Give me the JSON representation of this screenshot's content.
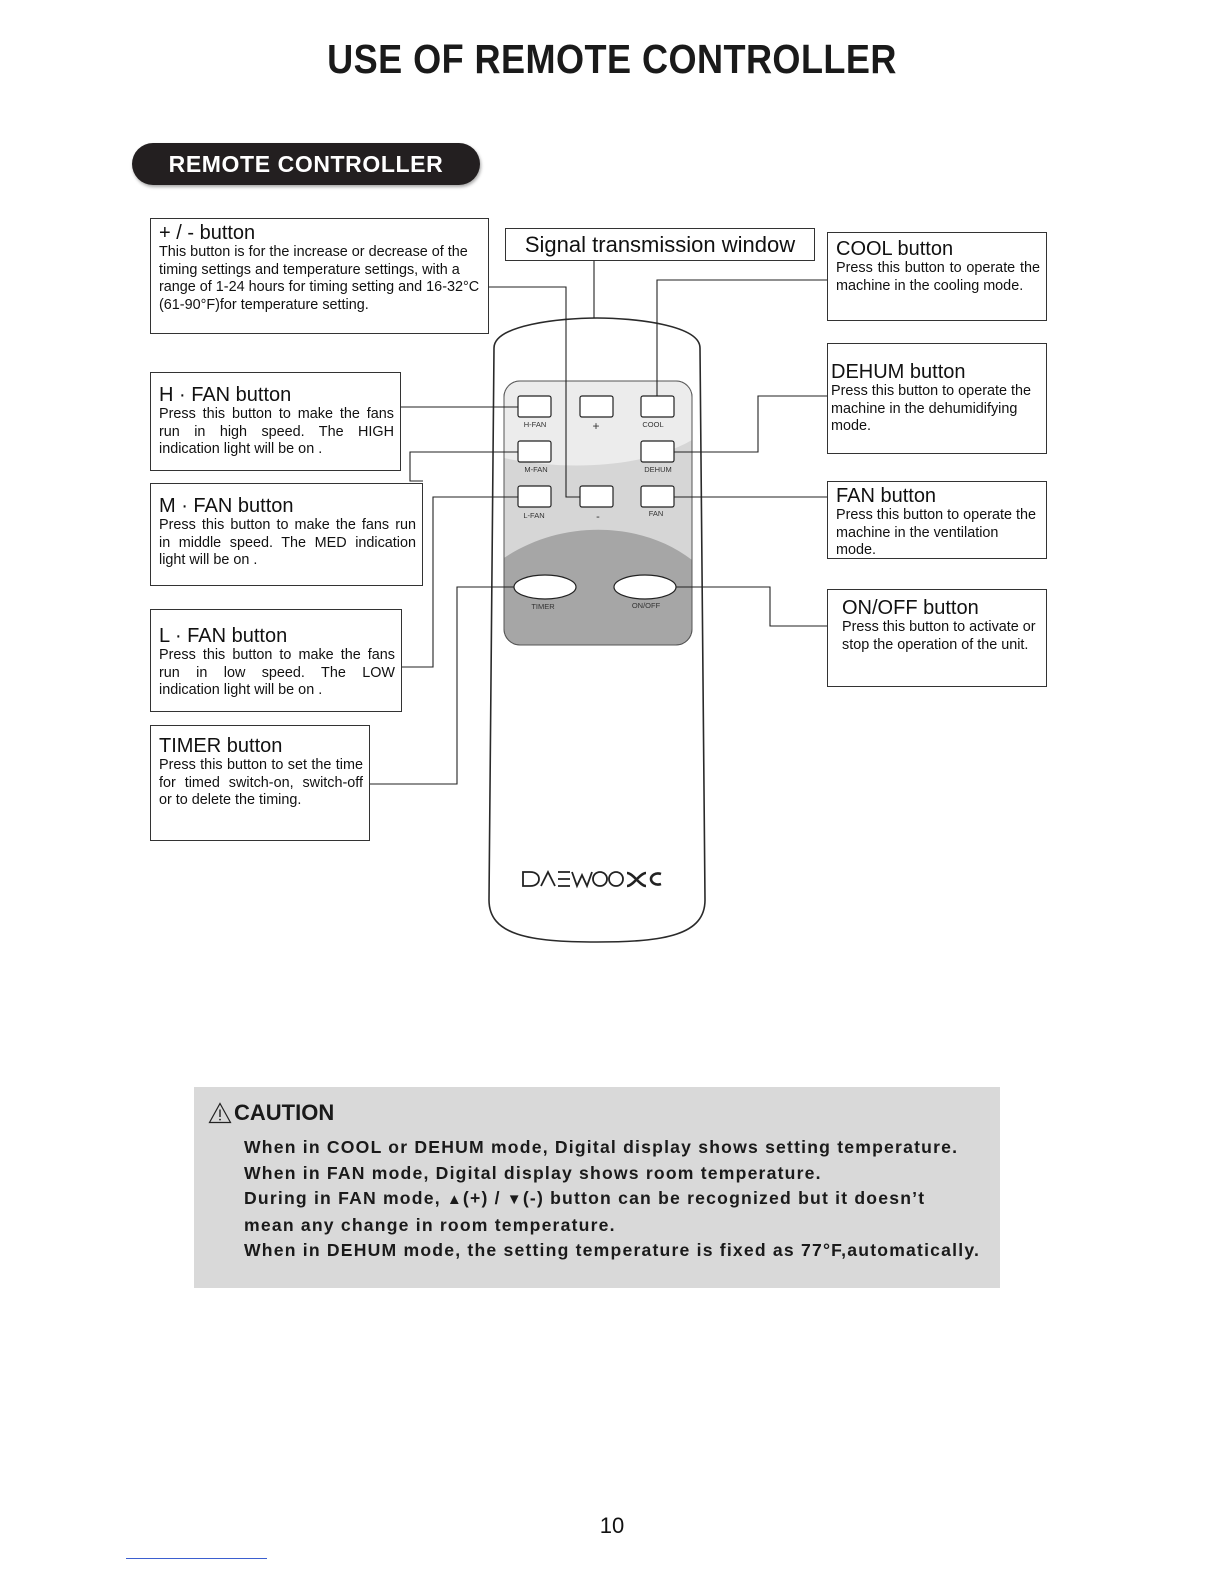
{
  "title": "USE OF REMOTE CONTROLLER",
  "section": "REMOTE CONTROLLER",
  "signal_window": "Signal transmission window",
  "callouts": {
    "plus_minus": {
      "title": "+ / -  button",
      "desc": "This button is for the increase or decrease of the timing settings and temperature settings, with a range of 1-24 hours for timing setting and 16-32°C (61-90°F)for temperature setting."
    },
    "h_fan": {
      "title": "H · FAN button",
      "desc": "Press this button to make the fans run in high speed. The HIGH indication  light will be on ."
    },
    "m_fan": {
      "title": "M · FAN button",
      "desc": "Press this button to make the fans run in middle speed. The MED indication  light will be on ."
    },
    "l_fan": {
      "title": "L · FAN button",
      "desc": "Press this button to make the fans run in low speed. The LOW indication  light will be on ."
    },
    "timer": {
      "title": "TIMER button",
      "desc": "Press this button to set the time for timed switch-on, switch-off or to delete the timing."
    },
    "cool": {
      "title": "COOL button",
      "desc": "Press this button to operate the machine in the cooling mode."
    },
    "dehum": {
      "title": "DEHUM button",
      "desc": "Press this button to operate the machine in the dehumidifying mode."
    },
    "fan": {
      "title": "FAN button",
      "desc": "Press this button to operate the machine in the ventilation mode."
    },
    "onoff": {
      "title": "ON/OFF button",
      "desc": "Press this button to activate or stop the operation of the unit."
    }
  },
  "remote": {
    "labels": {
      "h_fan": "H-FAN",
      "plus": "+",
      "cool": "COOL",
      "m_fan": "M-FAN",
      "dehum": "DEHUM",
      "l_fan": "L-FAN",
      "minus": "-",
      "fan": "FAN",
      "timer": "TIMER",
      "onoff": "ON/OFF"
    },
    "brand": "DAEWOO"
  },
  "caution": {
    "heading": "CAUTION",
    "line1": "When in COOL or DEHUM mode, Digital display shows setting temperature.",
    "line2": "When in FAN mode, Digital display shows room temperature.",
    "line3_a": "During in FAN mode, ",
    "line3_up": "▲",
    "line3_b": "(+) / ",
    "line3_down": "▼",
    "line3_c": "(-) button can be recognized but it doesn’t",
    "line4": "mean any change in room temperature.",
    "line5": "When in DEHUM mode, the setting temperature is fixed as 77°F,automatically."
  },
  "page_number": "10",
  "colors": {
    "pill_bg": "#231f20",
    "caution_bg": "#d9d9d9",
    "keypad_light": "#ececec",
    "keypad_mid": "#d6d6d6",
    "keypad_dark": "#a6a6a6"
  }
}
